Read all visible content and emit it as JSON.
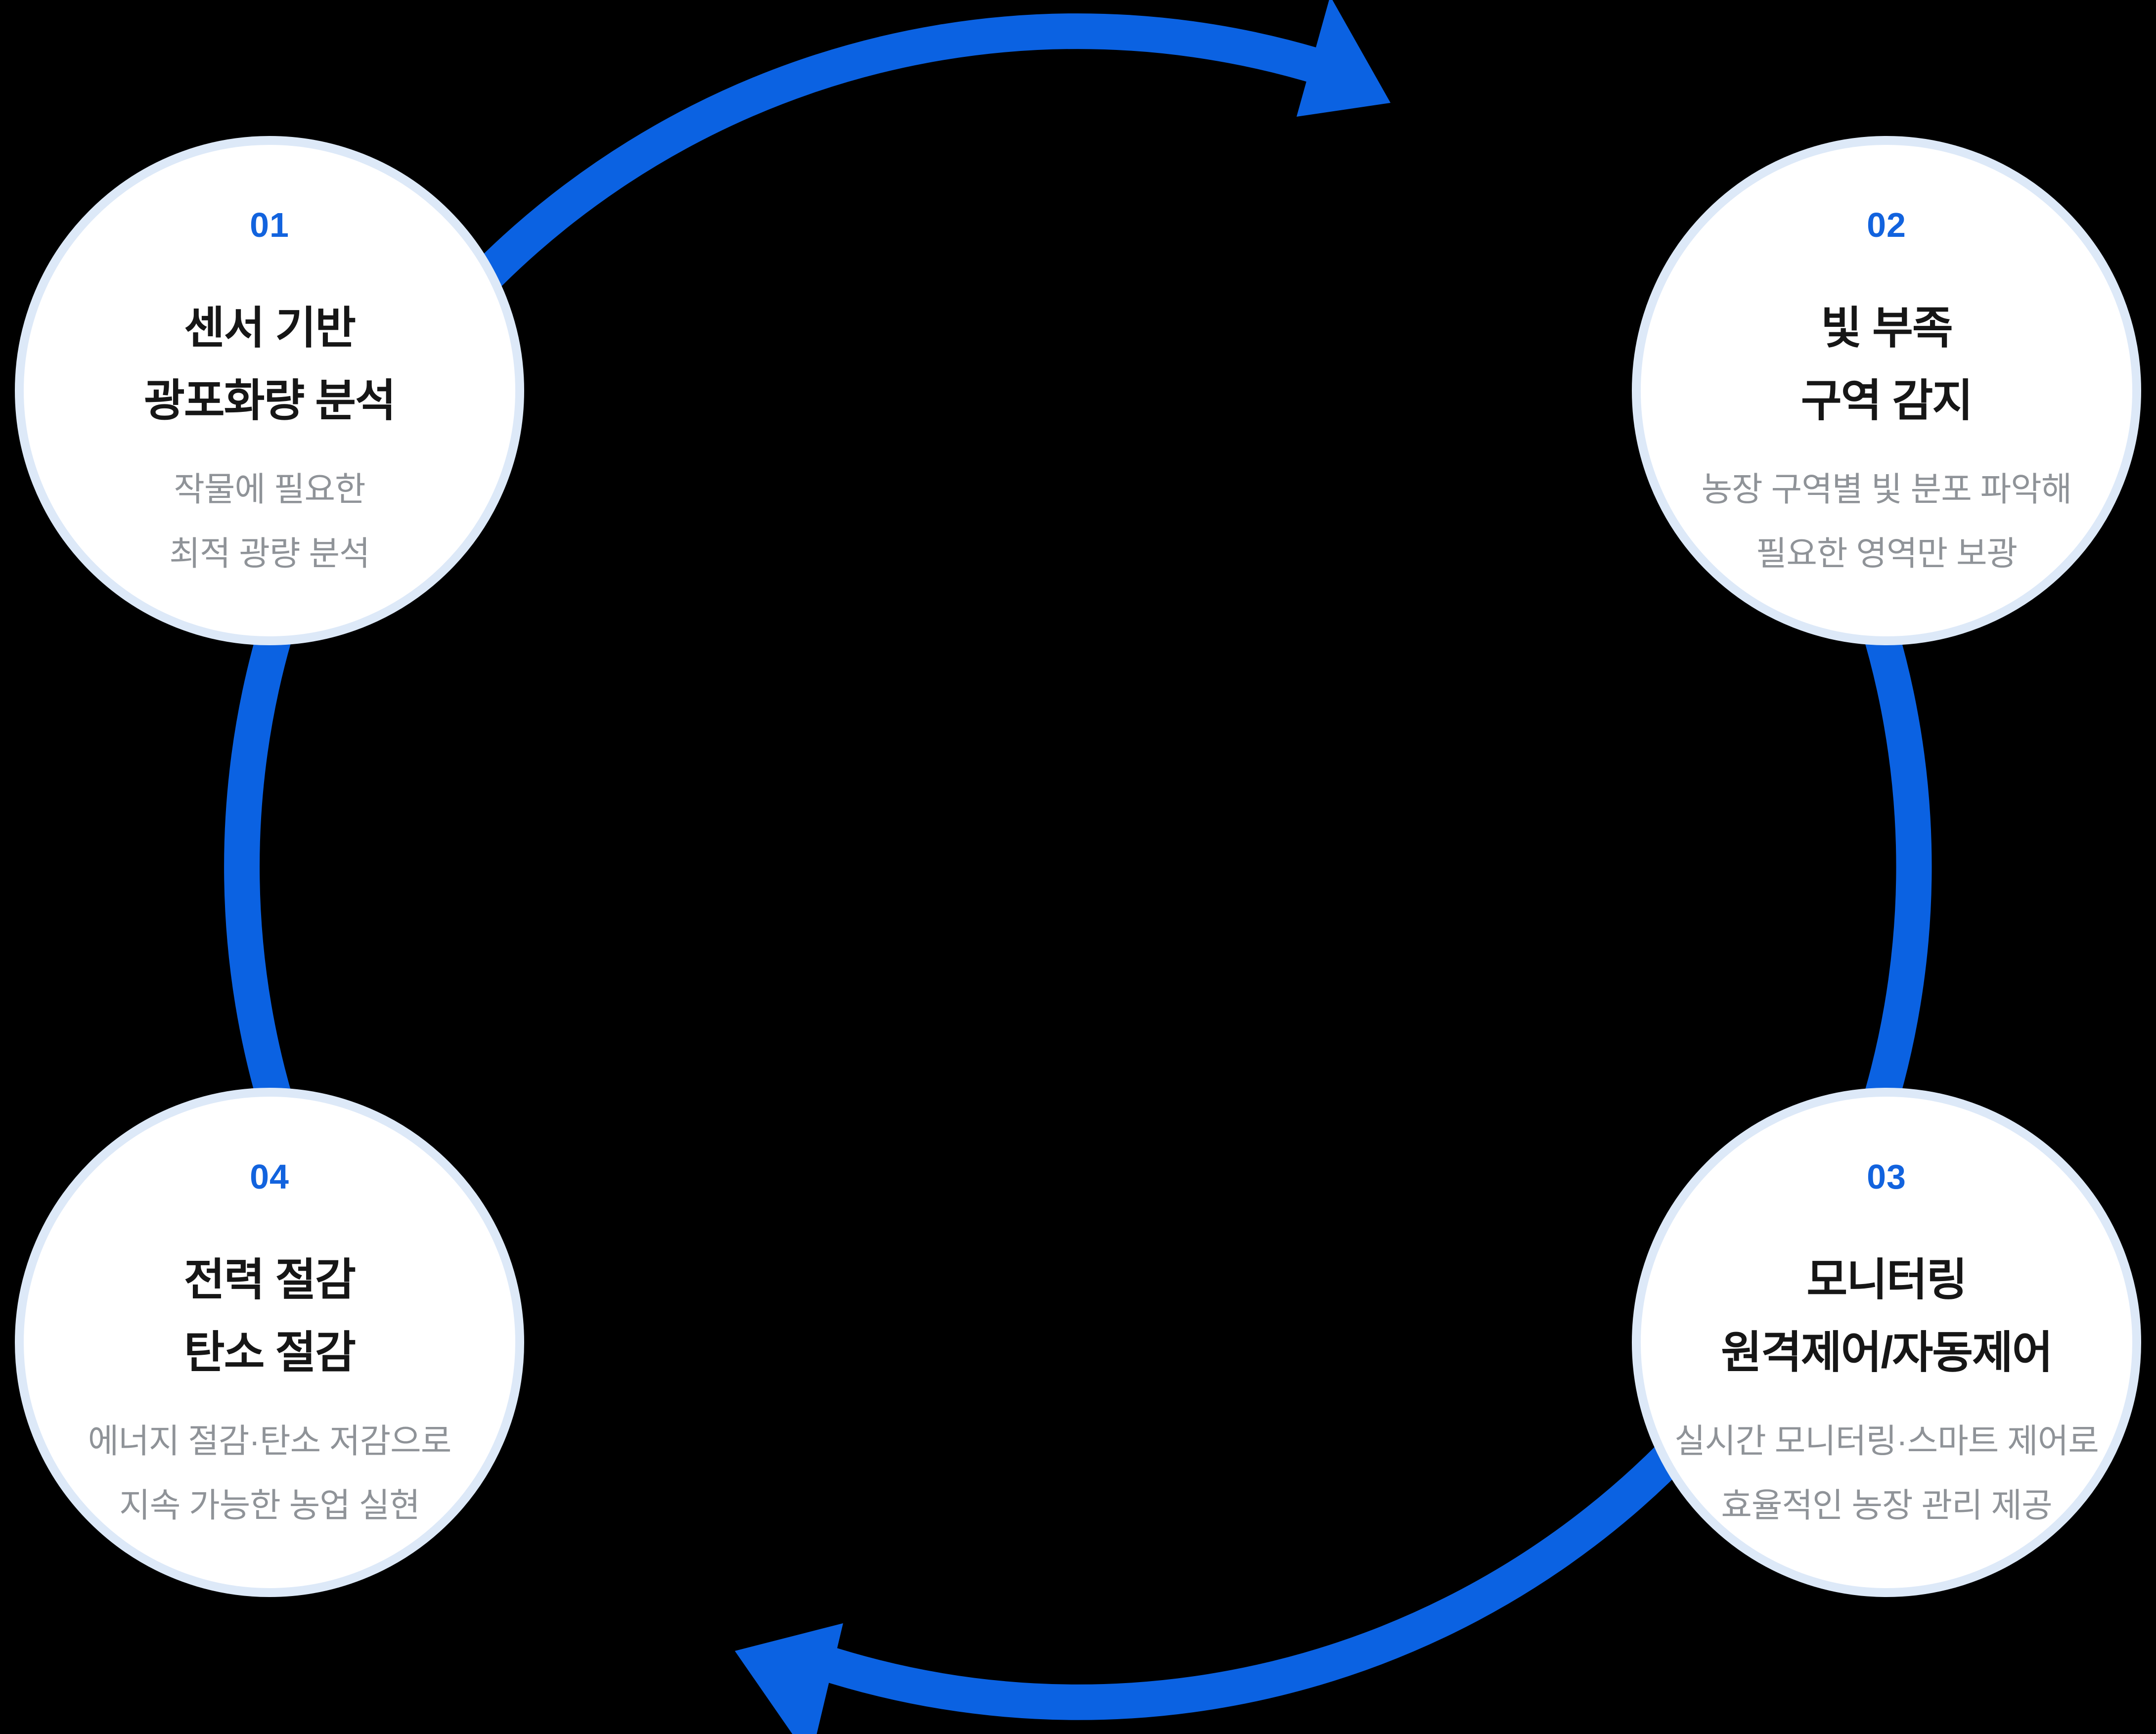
{
  "diagram": {
    "kind": "circular-cycle-process",
    "background": "#000000",
    "direction": "clockwise"
  },
  "colors": {
    "arrow_blue": "#0b62e2",
    "number_blue": "#1263de",
    "circle_border": "#dde9f8",
    "circle_fill": "#ffffff",
    "title_color": "#161616",
    "subtitle_color": "#8f9398",
    "bg": "#000000"
  },
  "icons": [
    {
      "name": "arrow-head-top",
      "meaning": "clockwise flow arrow pointing right (step 01 to 02)"
    },
    {
      "name": "arrow-head-bottom",
      "meaning": "clockwise flow arrow pointing left (step 03 to 04)"
    }
  ],
  "steps": [
    {
      "number": "01",
      "title_lines": [
        "센서 기반",
        "광포화량 분석"
      ],
      "desc_lines": [
        "작물에 필요한",
        "최적 광량 분석"
      ]
    },
    {
      "number": "02",
      "title_lines": [
        "빛 부족",
        "구역 감지"
      ],
      "desc_lines": [
        "농장 구역별 빛 분포 파악해",
        "필요한 영역만 보광"
      ]
    },
    {
      "number": "03",
      "title_lines": [
        "모니터링",
        "원격제어/자동제어"
      ],
      "desc_lines": [
        "실시간 모니터링·스마트 제어로",
        "효율적인 농장 관리 제공"
      ]
    },
    {
      "number": "04",
      "title_lines": [
        "전력 절감",
        "탄소 절감"
      ],
      "desc_lines": [
        "에너지 절감·탄소 저감으로",
        "지속 가능한 농업 실현"
      ]
    }
  ]
}
